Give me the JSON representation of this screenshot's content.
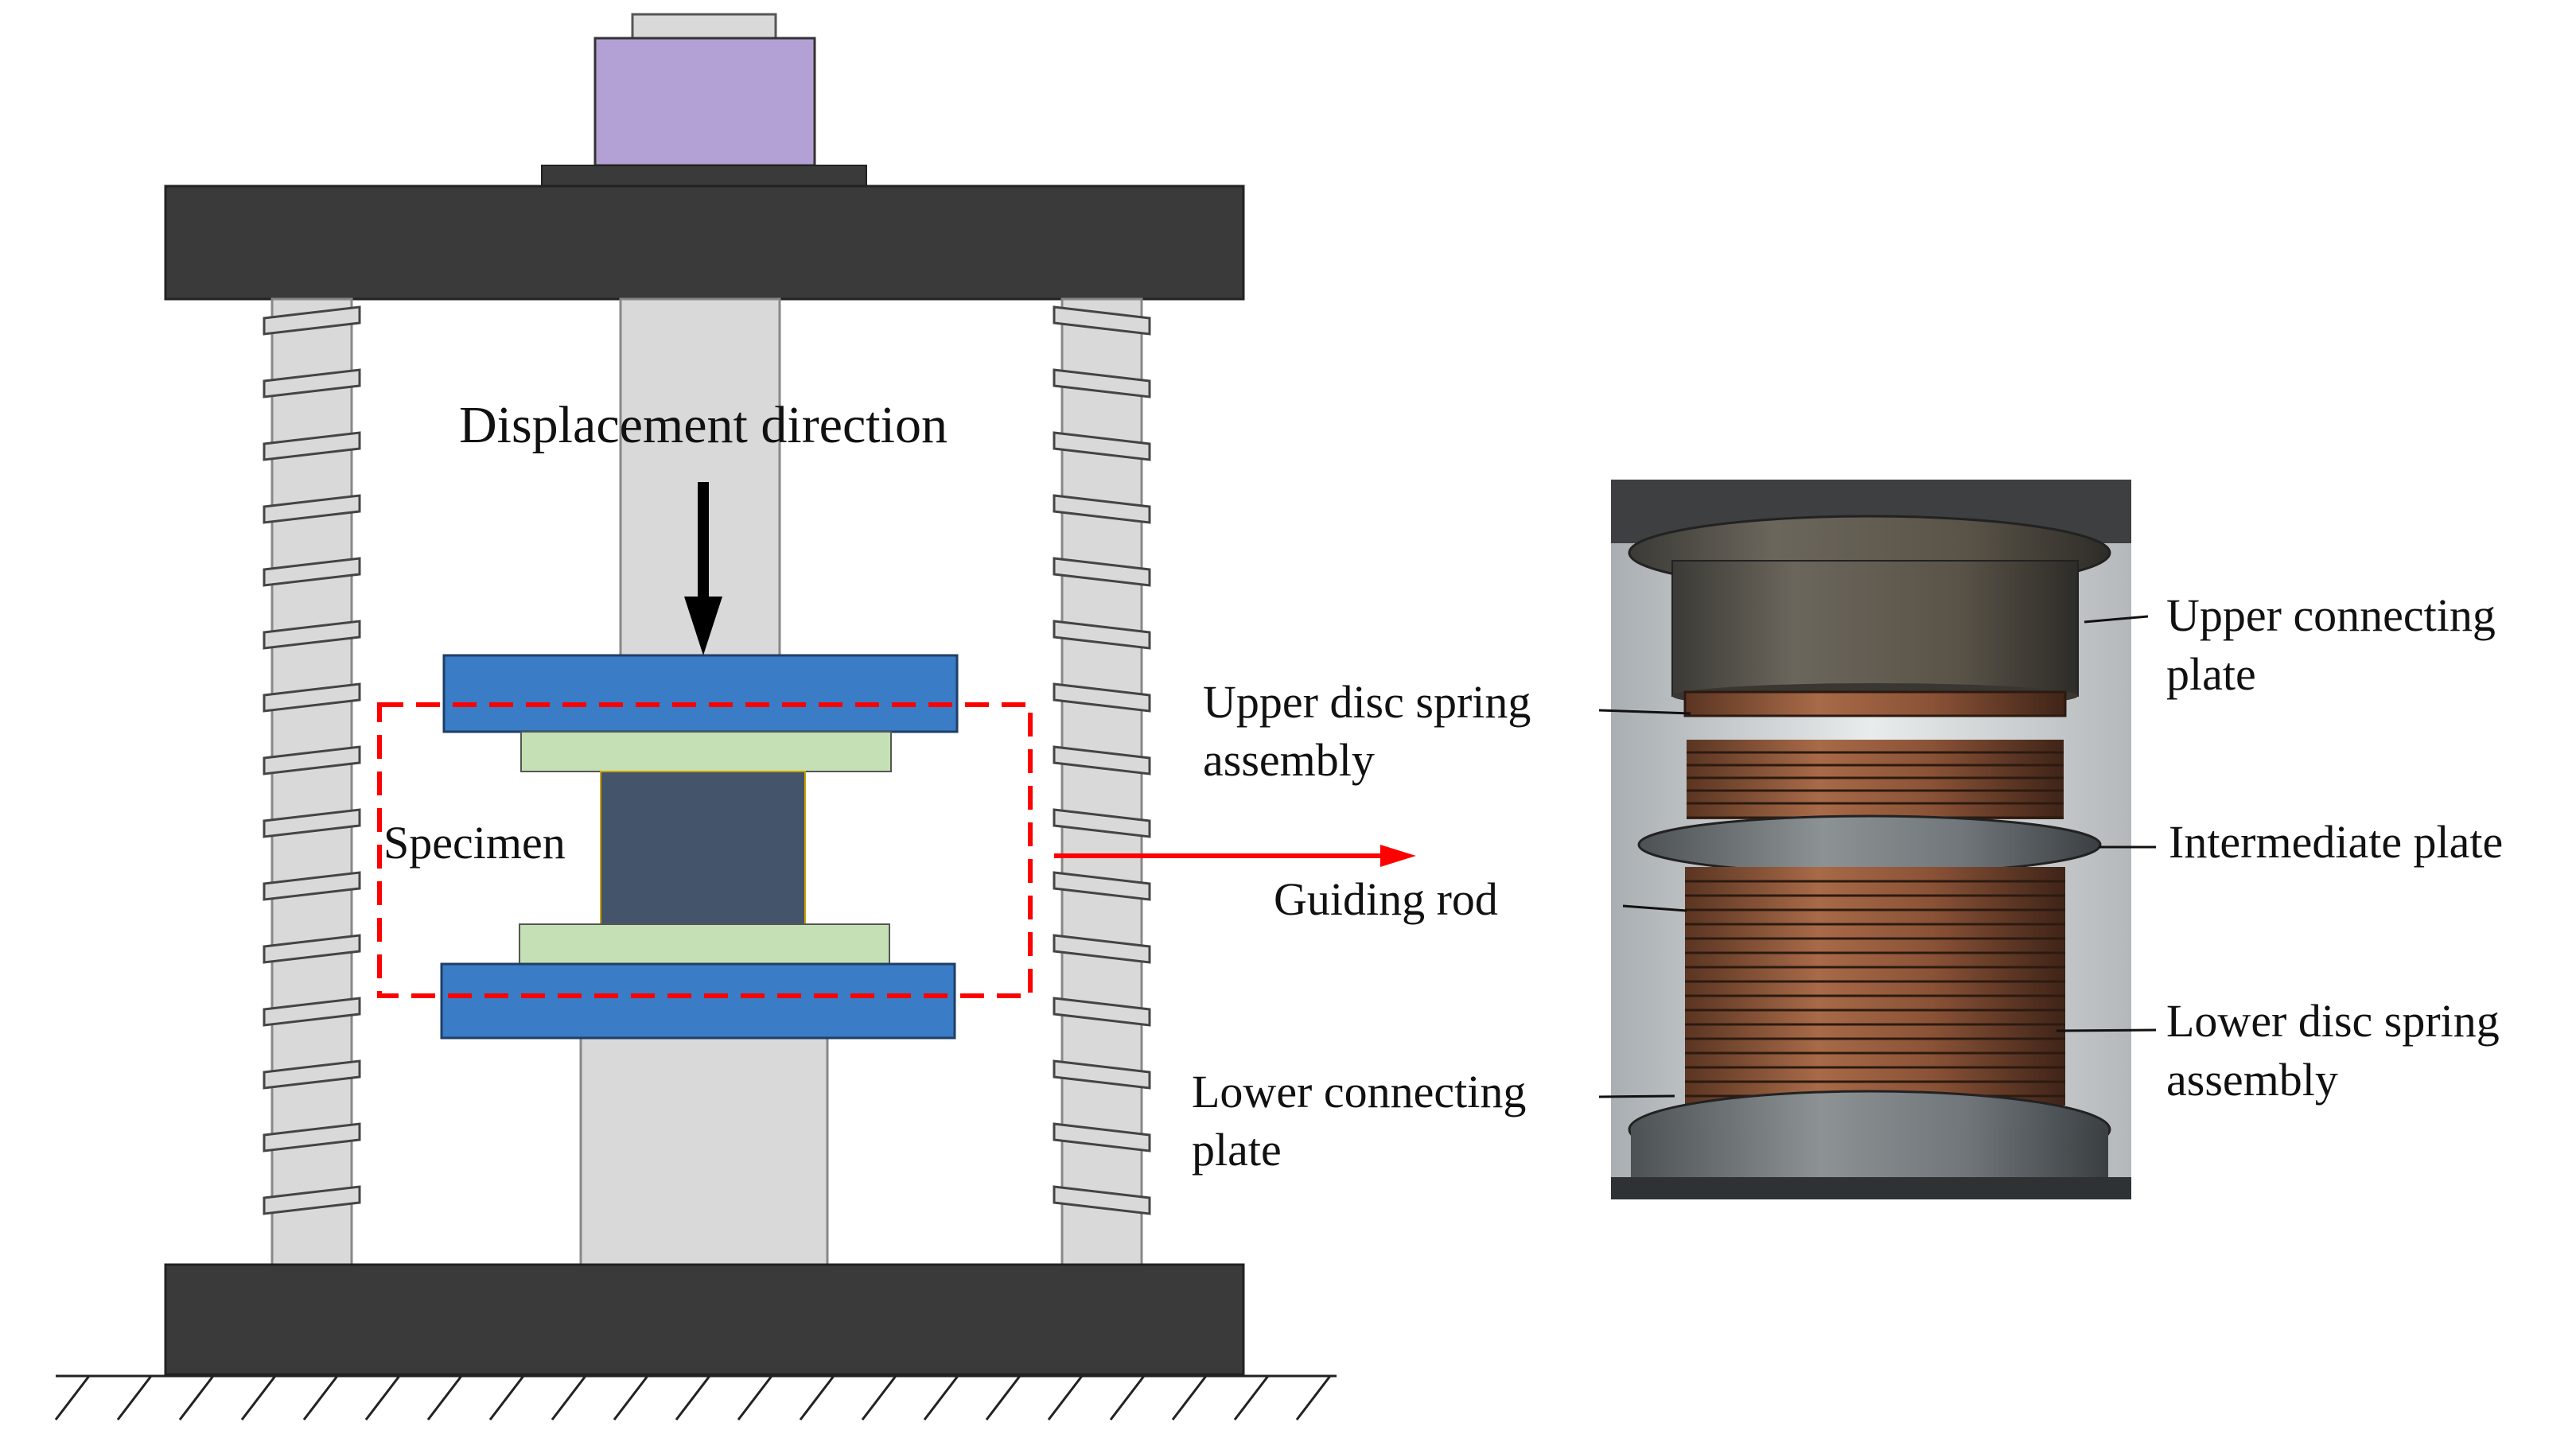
{
  "labels": {
    "displacement": "Displacement direction",
    "specimen": "Specimen",
    "guiding_rod": "Guiding rod",
    "upper_disc_1": "Upper disc spring",
    "upper_disc_2": "assembly",
    "upper_plate_1": "Upper connecting",
    "upper_plate_2": "plate",
    "intermediate": "Intermediate plate",
    "lower_disc_1": "Lower disc spring",
    "lower_disc_2": "assembly",
    "lower_plate_1": "Lower connecting",
    "lower_plate_2": "plate"
  },
  "colors": {
    "frame": "#3a3a3a",
    "actuator": "#b3a0d4",
    "bearing_plate": "#3a7cc6",
    "pad": "#c5e0b4",
    "specimen": "#44546a",
    "rod": "#d9d9d9",
    "dashed_box": "#ff0000",
    "arrow": "#ff0000"
  }
}
